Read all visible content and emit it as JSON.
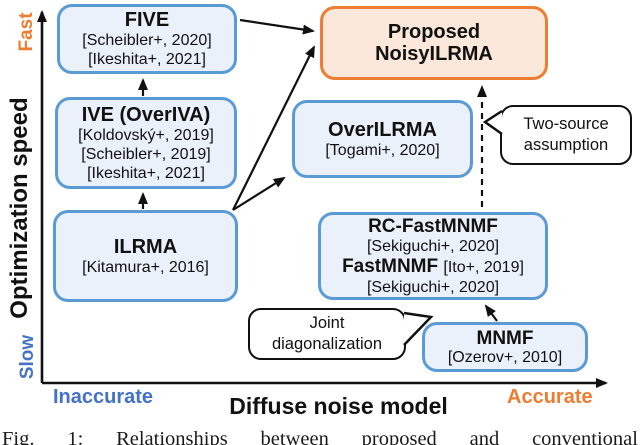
{
  "figure": {
    "axes": {
      "y_label": "Optimization speed",
      "y_top_label": "Fast",
      "y_bottom_label": "Slow",
      "x_label": "Diffuse noise model",
      "x_left_label": "Inaccurate",
      "x_right_label": "Accurate"
    },
    "nodes": {
      "five": {
        "title": "FIVE",
        "refs": [
          "[Scheibler+, 2020]",
          "[Ikeshita+, 2021]"
        ]
      },
      "proposed": {
        "line1": "Proposed",
        "line2": "NoisyILRMA"
      },
      "ive": {
        "title": "IVE (OverIVA)",
        "refs": [
          "[Koldovský+, 2019]",
          "[Scheibler+, 2019]",
          "[Ikeshita+, 2021]"
        ]
      },
      "overilrma": {
        "title": "OverILRMA",
        "refs": [
          "[Togami+, 2020]"
        ]
      },
      "ilrma": {
        "title": "ILRMA",
        "refs": [
          "[Kitamura+, 2016]"
        ]
      },
      "rc_fastmnmf": {
        "title": "RC-FastMNMF",
        "ref1": "[Sekiguchi+, 2020]",
        "title2": "FastMNMF",
        "title2_ref": "[Ito+, 2019]",
        "ref2": "[Sekiguchi+, 2020]"
      },
      "mnmf": {
        "title": "MNMF",
        "refs": [
          "[Ozerov+, 2010]"
        ]
      }
    },
    "callouts": {
      "two_source": {
        "line1": "Two-source",
        "line2": "assumption"
      },
      "joint_diag": {
        "line1": "Joint",
        "line2": "diagonalization"
      }
    },
    "colors": {
      "node_border_blue": "#5B9BD5",
      "node_fill_blue": "#EBF1FA",
      "node_border_orange": "#ED7D31",
      "node_fill_orange": "#FBE8DA",
      "axis_label_blue": "#4472C4",
      "axis_label_orange": "#ED7D31",
      "arrow_black": "#111111"
    }
  },
  "caption": {
    "text": "Fig. 1: Relationships between proposed and conventional"
  }
}
